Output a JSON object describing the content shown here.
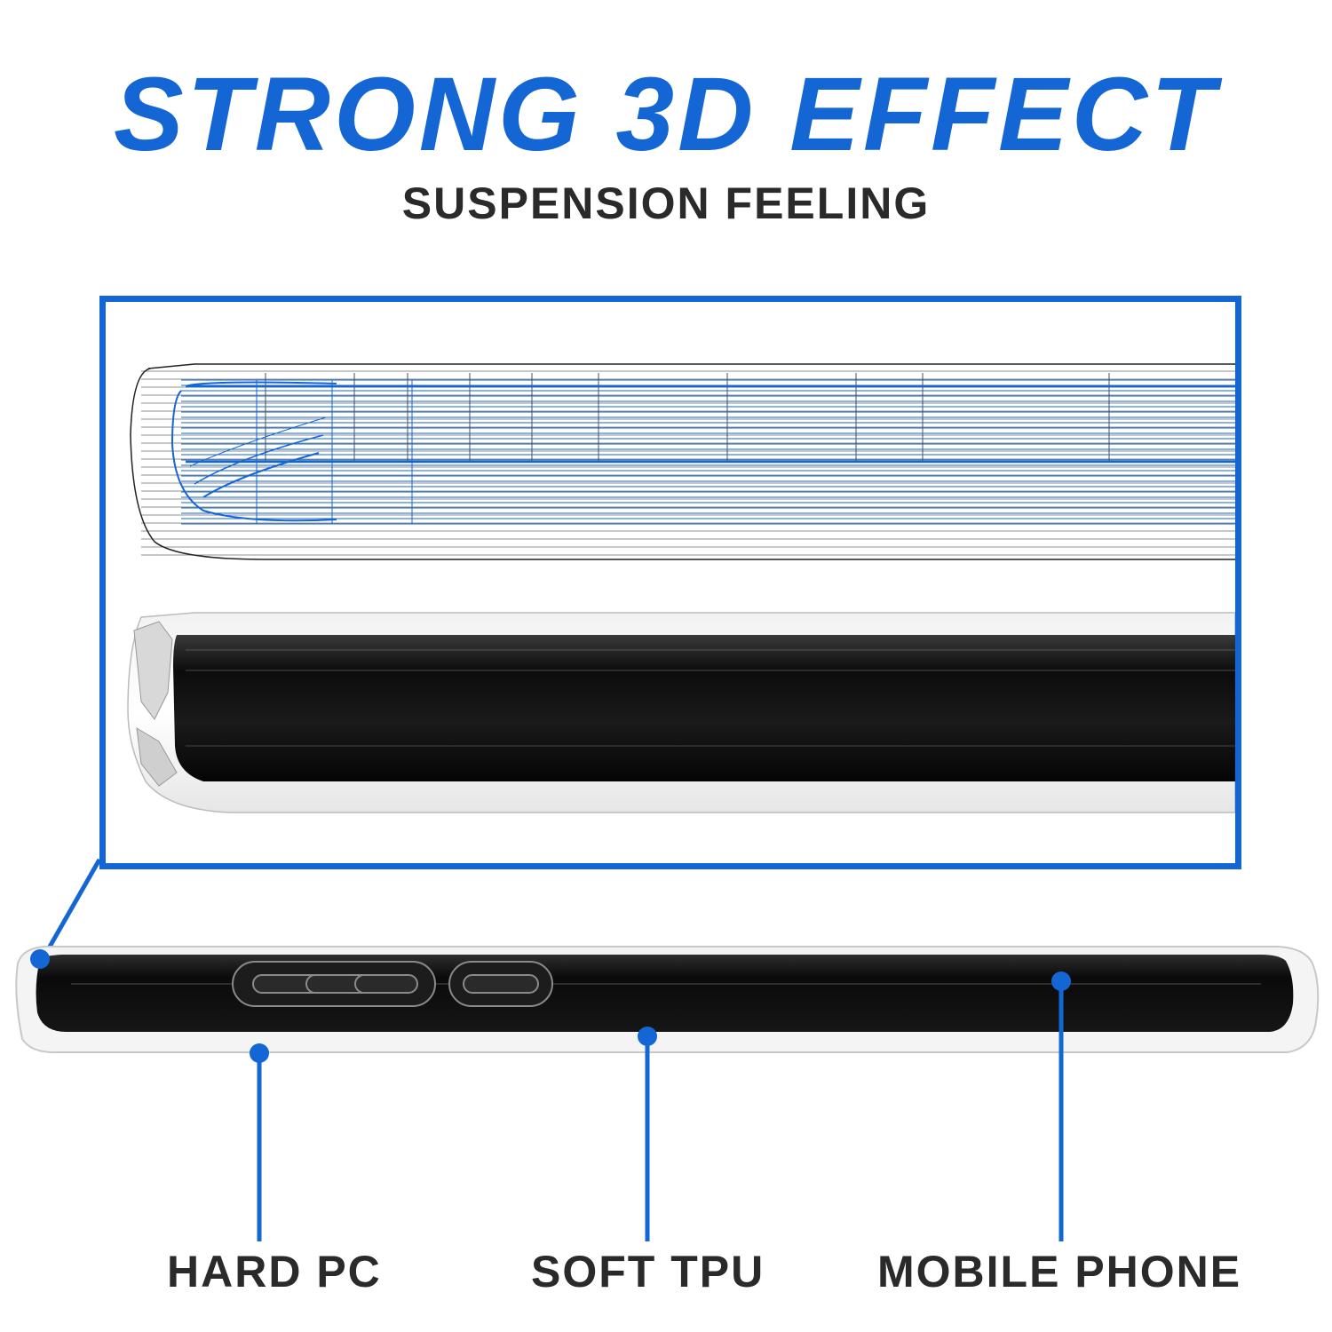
{
  "header": {
    "title": "STRONG 3D EFFECT",
    "subtitle": "SUSPENSION FEELING"
  },
  "callouts": [
    {
      "label": "HARD PC"
    },
    {
      "label": "SOFT TPU"
    },
    {
      "label": "MOBILE PHONE"
    }
  ],
  "colors": {
    "accent": "#1466d4",
    "text": "#2a2a2a",
    "background": "#ffffff",
    "phone_body": "#111111"
  }
}
